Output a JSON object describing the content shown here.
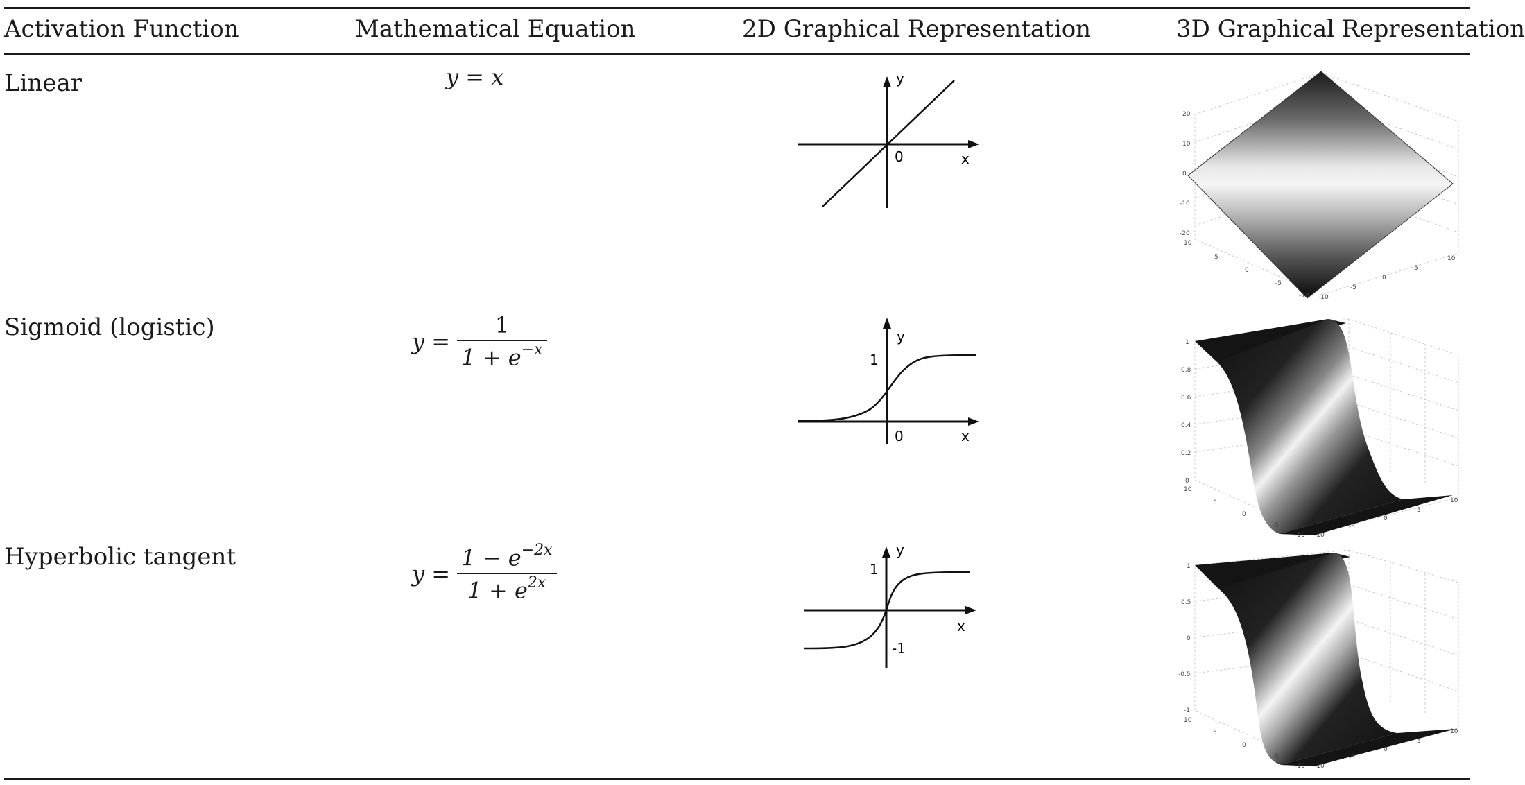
{
  "table": {
    "headers": [
      "Activation Function",
      "Mathematical Equation",
      "2D Graphical Representation",
      "3D Graphical Representation"
    ],
    "rows": [
      {
        "name": "Linear",
        "equation": {
          "lhs": "y",
          "rhs": "x"
        },
        "plot2d": {
          "y_label": "y",
          "x_label": "x",
          "origin_label": "0"
        },
        "plot3d": {
          "z_ticks": [
            "20",
            "10",
            "0",
            "-10",
            "-20"
          ],
          "x_ticks": [
            "10",
            "5",
            "0",
            "-5",
            "-10"
          ],
          "y_ticks": [
            "-10",
            "-5",
            "0",
            "5",
            "10"
          ]
        }
      },
      {
        "name": "Sigmoid (logistic)",
        "equation": {
          "lhs": "y",
          "num": "1",
          "den_base": "1 + e",
          "den_exp": "−x"
        },
        "plot2d": {
          "y_label": "y",
          "x_label": "x",
          "origin_label": "0",
          "upper_label": "1"
        },
        "plot3d": {
          "z_ticks": [
            "1",
            "0.8",
            "0.6",
            "0.4",
            "0.2",
            "0"
          ],
          "x_ticks": [
            "10",
            "5",
            "0",
            "-5",
            "-10"
          ],
          "y_ticks": [
            "-10",
            "-5",
            "0",
            "5",
            "10"
          ]
        }
      },
      {
        "name": "Hyperbolic tangent",
        "equation": {
          "lhs": "y",
          "num_base": "1 − e",
          "num_exp": "−2x",
          "den_base": "1 + e",
          "den_exp": "2x"
        },
        "plot2d": {
          "y_label": "y",
          "x_label": "x",
          "upper_label": "1",
          "lower_label": "-1"
        },
        "plot3d": {
          "z_ticks": [
            "1",
            "0.5",
            "0",
            "-0.5",
            "-1"
          ],
          "x_ticks": [
            "10",
            "5",
            "0",
            "-5",
            "-10"
          ],
          "y_ticks": [
            "-10",
            "-5",
            "0",
            "5",
            "10"
          ]
        }
      }
    ]
  }
}
